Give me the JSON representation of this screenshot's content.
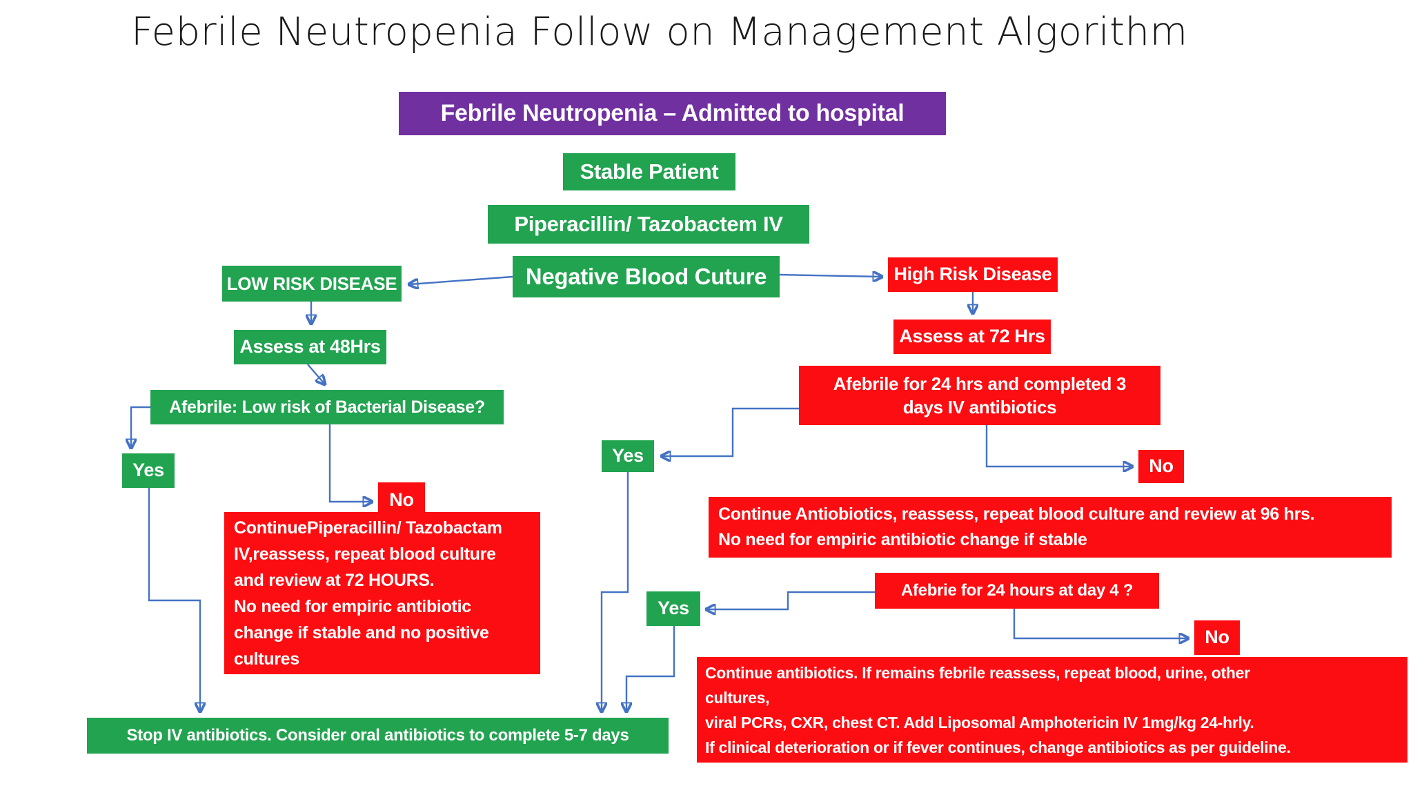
{
  "title": "Febrile Neutropenia Follow on Management Algorithm",
  "colors": {
    "header_purple": "#7030A0",
    "node_green": "#21A350",
    "node_red": "#FB0D12",
    "connector_blue": "#4472C4",
    "text_white": "#ffffff",
    "title_black": "#1a1a1a"
  },
  "nodes": {
    "admitted": {
      "label": "Febrile Neutropenia – Admitted to hospital"
    },
    "stable": {
      "label": "Stable Patient"
    },
    "piper": {
      "label": "Piperacillin/ Tazobactem IV"
    },
    "nbc": {
      "label": "Negative Blood Cuture"
    },
    "lowrisk": {
      "label": "LOW RISK DISEASE"
    },
    "highrisk": {
      "label": "High Risk Disease"
    },
    "assess48": {
      "label": "Assess at 48Hrs"
    },
    "afebrile_q": {
      "label": "Afebrile: Low risk of Bacterial Disease?"
    },
    "yes_left": {
      "label": "Yes"
    },
    "no_left": {
      "label": "No"
    },
    "continue_pip": {
      "label": "ContinuePiperacillin/ Tazobactam\nIV,reassess, repeat blood culture\nand review at 72 HOURS.\nNo need for empiric antibiotic\nchange if stable and no positive\ncultures"
    },
    "assess72": {
      "label": "Assess at 72 Hrs"
    },
    "afebrile24": {
      "label": "Afebrile for 24 hrs and completed 3\ndays IV antibiotics"
    },
    "yes_mid1": {
      "label": "Yes"
    },
    "no_right1": {
      "label": "No"
    },
    "continue_96": {
      "label": "Continue Antiobiotics, reassess, repeat blood culture and review at 96 hrs.\nNo need for empiric antibiotic change if stable"
    },
    "day4": {
      "label": "Afebrie for 24 hours at day 4 ?"
    },
    "yes_mid2": {
      "label": "Yes"
    },
    "no_right2": {
      "label": "No"
    },
    "continue_febrile": {
      "label": "Continue antibiotics. If remains febrile reassess, repeat blood, urine, other\ncultures,\nviral PCRs, CXR, chest CT. Add Liposomal Amphotericin IV 1mg/kg 24-hrly.\nIf clinical deterioration or if fever continues, change antibiotics as per guideline."
    },
    "stop_iv": {
      "label": "Stop IV antibiotics. Consider oral antibiotics to complete 5-7 days"
    }
  }
}
